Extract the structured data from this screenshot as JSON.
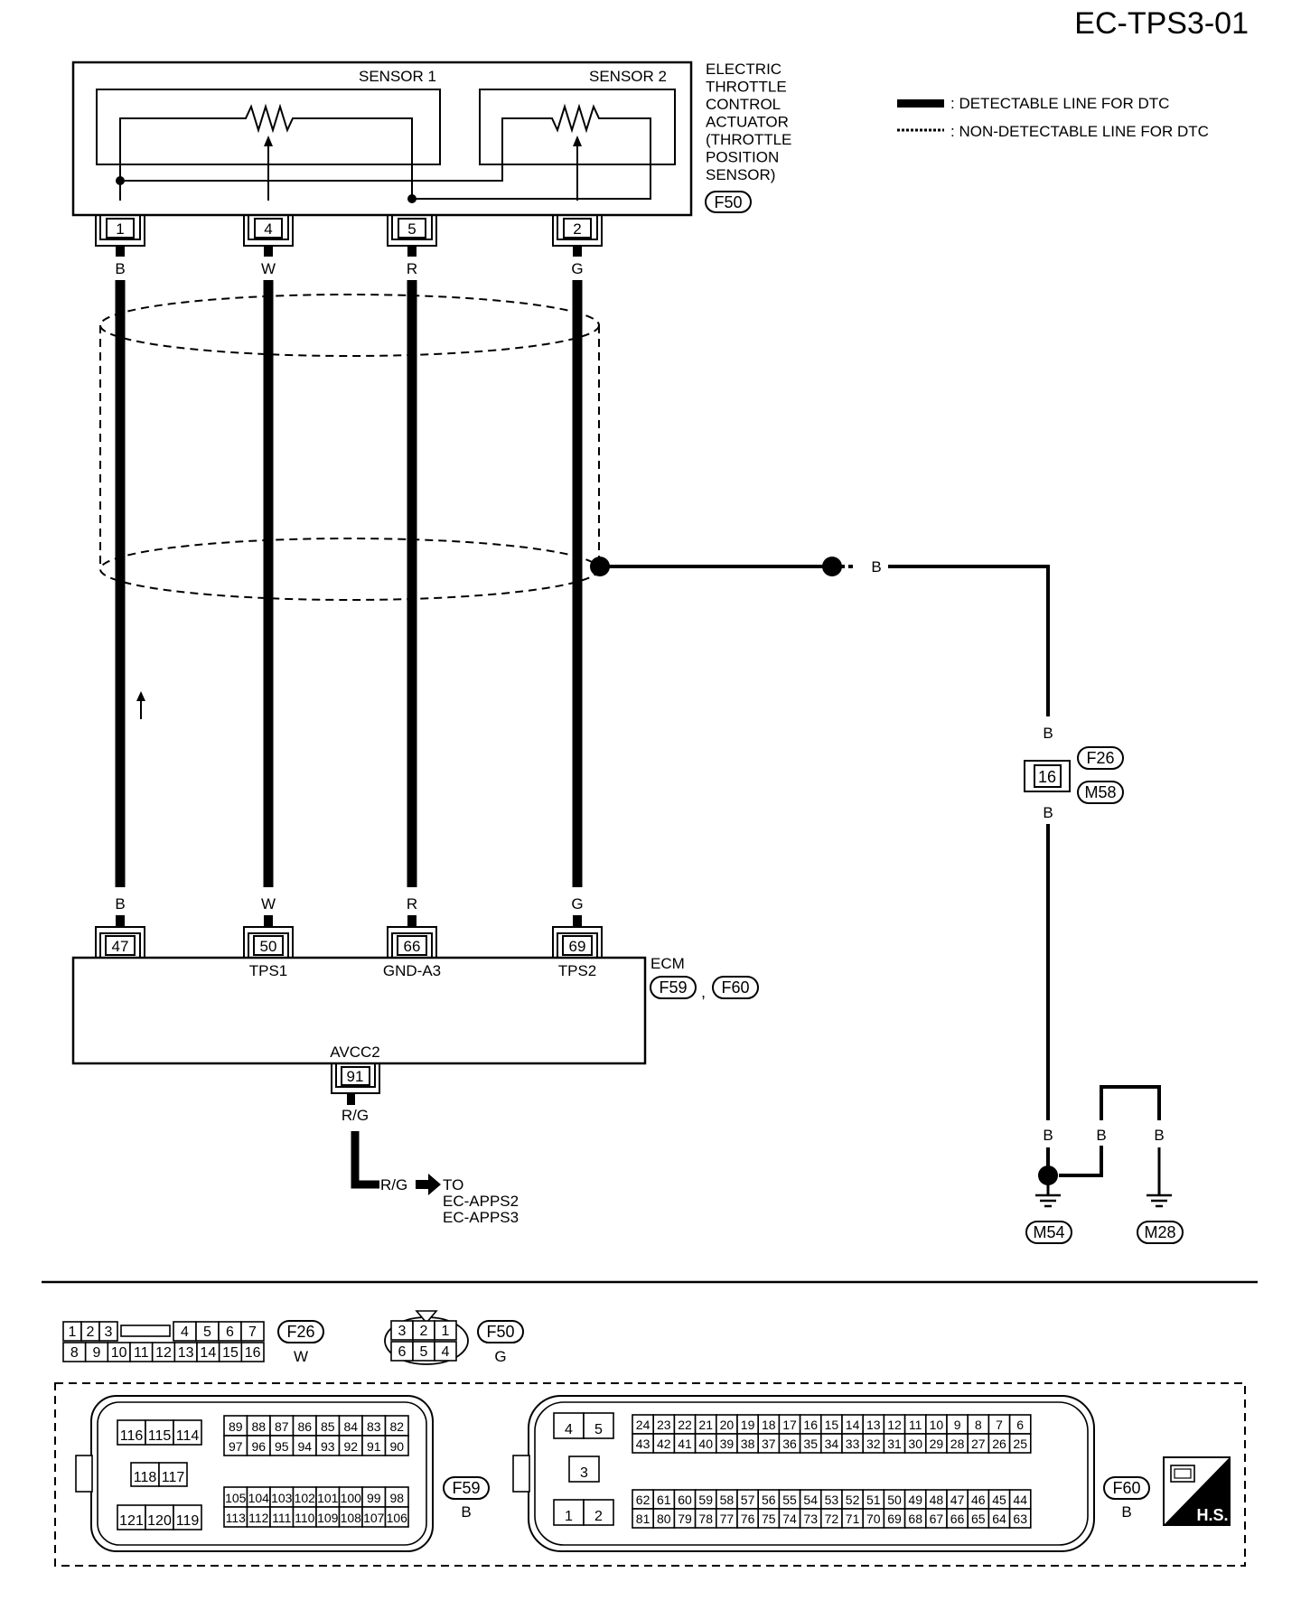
{
  "diagram": {
    "code": "EC-TPS3-01",
    "actuator": {
      "label_lines": [
        "ELECTRIC",
        "THROTTLE",
        "CONTROL",
        "ACTUATOR",
        "(THROTTLE",
        "POSITION",
        "SENSOR)"
      ],
      "sensor1": "SENSOR 1",
      "sensor2": "SENSOR 2",
      "connector": "F50"
    },
    "legend": {
      "detectable": ": DETECTABLE LINE FOR DTC",
      "non_detectable": ": NON-DETECTABLE LINE FOR DTC"
    },
    "wires": [
      {
        "top_pin": "1",
        "top_color": "B",
        "bottom_color": "B",
        "ecm_pin": "47",
        "ecm_label": ""
      },
      {
        "top_pin": "4",
        "top_color": "W",
        "bottom_color": "W",
        "ecm_pin": "50",
        "ecm_label": "TPS1"
      },
      {
        "top_pin": "5",
        "top_color": "R",
        "bottom_color": "R",
        "ecm_pin": "66",
        "ecm_label": "GND-A3"
      },
      {
        "top_pin": "2",
        "top_color": "G",
        "bottom_color": "G",
        "ecm_pin": "69",
        "ecm_label": "TPS2"
      }
    ],
    "ecm": {
      "label": "ECM",
      "connectors": [
        "F59",
        "F60"
      ],
      "separator": ",",
      "avcc_label": "AVCC2",
      "avcc_pin": "91",
      "avcc_color": "R/G",
      "avcc_to_color": "R/G",
      "avcc_to_lines": [
        "TO",
        "EC-APPS2",
        "EC-APPS3"
      ]
    },
    "shield_ground": {
      "color_h": "B",
      "color_above_joint": "B",
      "joint_pin": "16",
      "joint_conn_a": "F26",
      "joint_conn_b": "M58",
      "color_below_joint": "B",
      "color_g1": "B",
      "color_g2a": "B",
      "color_g2b": "B",
      "ground1": "M54",
      "ground2": "M28"
    }
  },
  "connector_views": {
    "f26": {
      "label": "F26",
      "color": "W",
      "row1_left": [
        "1",
        "2",
        "3"
      ],
      "row1_right": [
        "4",
        "5",
        "6",
        "7"
      ],
      "row2": [
        "8",
        "9",
        "10",
        "11",
        "12",
        "13",
        "14",
        "15",
        "16"
      ]
    },
    "f50": {
      "label": "F50",
      "color": "G",
      "row1": [
        "3",
        "2",
        "1"
      ],
      "row2": [
        "6",
        "5",
        "4"
      ]
    },
    "f59": {
      "label": "F59",
      "color": "B",
      "a_top": [
        "116",
        "115",
        "114"
      ],
      "a_mid": [
        "118",
        "117"
      ],
      "a_bot": [
        "121",
        "120",
        "119"
      ],
      "b_row1": [
        "89",
        "88",
        "87",
        "86",
        "85",
        "84",
        "83",
        "82"
      ],
      "b_row2": [
        "97",
        "96",
        "95",
        "94",
        "93",
        "92",
        "91",
        "90"
      ],
      "b_row3": [
        "105",
        "104",
        "103",
        "102",
        "101",
        "100",
        "99",
        "98"
      ],
      "b_row4": [
        "113",
        "112",
        "111",
        "110",
        "109",
        "108",
        "107",
        "106"
      ]
    },
    "f60": {
      "label": "F60",
      "color": "B",
      "p_top": [
        "4",
        "5"
      ],
      "p_mid": [
        "3"
      ],
      "p_bot": [
        "1",
        "2"
      ],
      "r1": [
        "24",
        "23",
        "22",
        "21",
        "20",
        "19",
        "18",
        "17",
        "16",
        "15",
        "14",
        "13",
        "12",
        "11",
        "10",
        "9",
        "8",
        "7",
        "6"
      ],
      "r2": [
        "43",
        "42",
        "41",
        "40",
        "39",
        "38",
        "37",
        "36",
        "35",
        "34",
        "33",
        "32",
        "31",
        "30",
        "29",
        "28",
        "27",
        "26",
        "25"
      ],
      "r3": [
        "62",
        "61",
        "60",
        "59",
        "58",
        "57",
        "56",
        "55",
        "54",
        "53",
        "52",
        "51",
        "50",
        "49",
        "48",
        "47",
        "46",
        "45",
        "44"
      ],
      "r4": [
        "81",
        "80",
        "79",
        "78",
        "77",
        "76",
        "75",
        "74",
        "73",
        "72",
        "71",
        "70",
        "69",
        "68",
        "67",
        "66",
        "65",
        "64",
        "63"
      ]
    },
    "hs_label": "H.S."
  }
}
